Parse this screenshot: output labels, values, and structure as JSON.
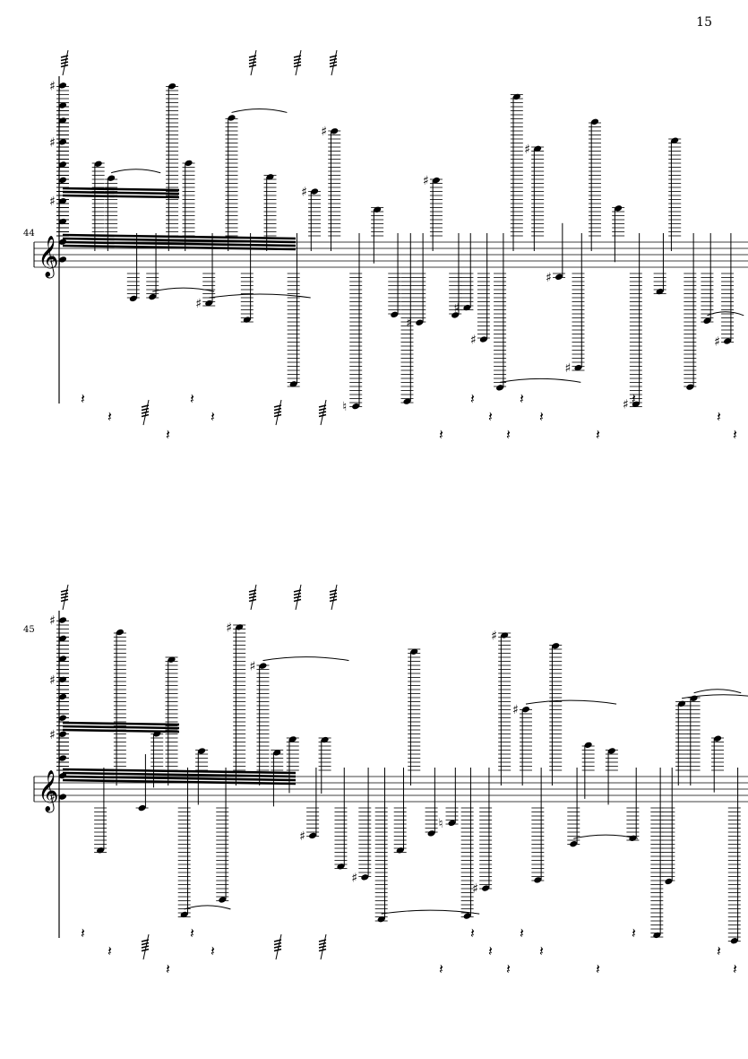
{
  "page": {
    "number": "15"
  },
  "systems": [
    {
      "measure_number": "44",
      "clef": "treble-clef"
    },
    {
      "measure_number": "45",
      "clef": "treble-clef"
    }
  ],
  "glyphs": {
    "sharp": "♯",
    "natural": "♮",
    "rest": "𝄽"
  },
  "colors": {
    "ink": "#000000",
    "paper": "#ffffff"
  }
}
